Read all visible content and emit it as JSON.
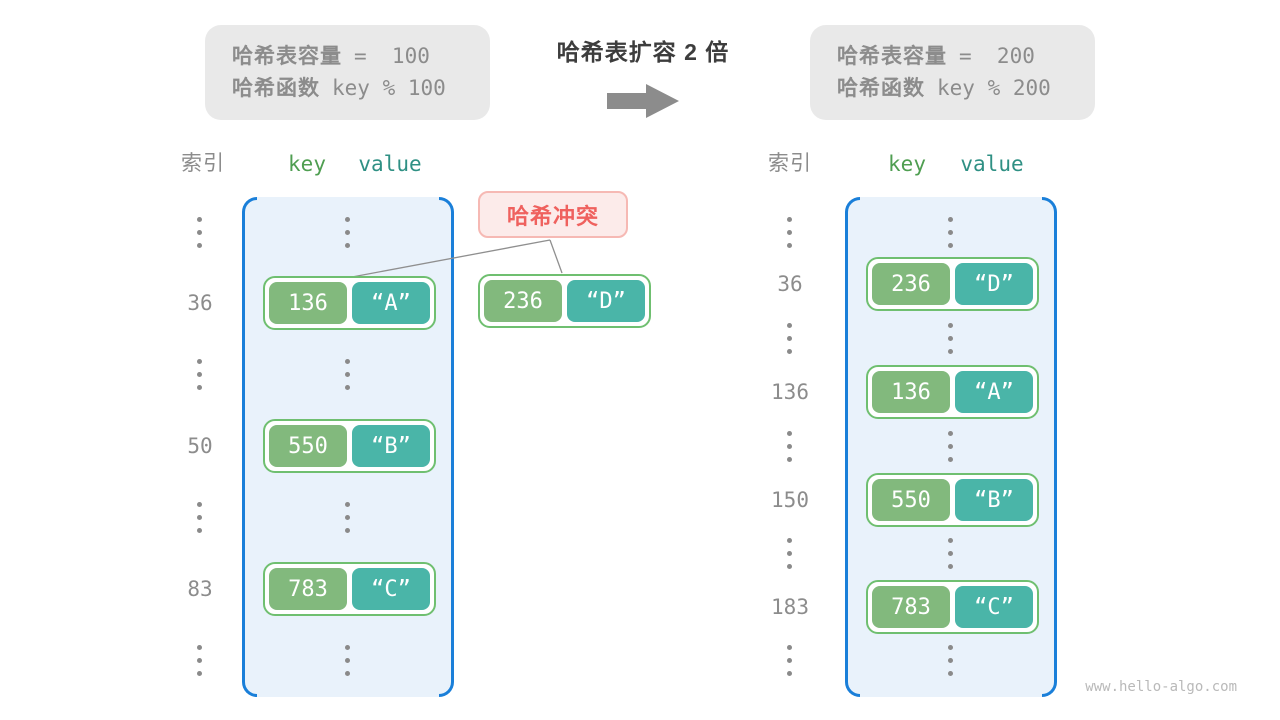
{
  "info_before": {
    "cap_label": "哈希表容量",
    "cap_value": "=  100",
    "fn_label": "哈希函数",
    "fn_value": "key % 100"
  },
  "info_after": {
    "cap_label": "哈希表容量",
    "cap_value": "=  200",
    "fn_label": "哈希函数",
    "fn_value": "key % 200"
  },
  "center": {
    "title": "哈希表扩容 2 倍",
    "arrow_icon": "right-block-arrow"
  },
  "collision": {
    "label": "哈希冲突",
    "pair": {
      "key": "236",
      "value": "“D”"
    }
  },
  "tables": {
    "left": {
      "header": {
        "index": "索引",
        "key": "key",
        "value": "value"
      },
      "rows": [
        {
          "type": "dots"
        },
        {
          "type": "pair",
          "index": "36",
          "key": "136",
          "value": "“A”"
        },
        {
          "type": "dots"
        },
        {
          "type": "pair",
          "index": "50",
          "key": "550",
          "value": "“B”"
        },
        {
          "type": "dots"
        },
        {
          "type": "pair",
          "index": "83",
          "key": "783",
          "value": "“C”"
        },
        {
          "type": "dots"
        }
      ]
    },
    "right": {
      "header": {
        "index": "索引",
        "key": "key",
        "value": "value"
      },
      "rows": [
        {
          "type": "dots"
        },
        {
          "type": "pair",
          "index": "36",
          "key": "236",
          "value": "“D”"
        },
        {
          "type": "dots"
        },
        {
          "type": "pair",
          "index": "136",
          "key": "136",
          "value": "“A”"
        },
        {
          "type": "dots"
        },
        {
          "type": "pair",
          "index": "150",
          "key": "550",
          "value": "“B”"
        },
        {
          "type": "dots"
        },
        {
          "type": "pair",
          "index": "183",
          "key": "783",
          "value": "“C”"
        },
        {
          "type": "dots"
        }
      ]
    }
  },
  "watermark": "www.hello-algo.com",
  "colors": {
    "container_border": "#1a7fd9",
    "container_fill": "#e9f2fb",
    "key_green": "#82b97d",
    "value_teal": "#4ab5a8",
    "pair_border": "#6fbf70",
    "header_key_green": "#4f9e51",
    "header_value_teal": "#2f9084",
    "collision_text": "#ef615e",
    "collision_bg": "#fcebea",
    "collision_border": "#f6b9b4",
    "muted_gray": "#8c8c8c",
    "infobox_bg": "#e9e9e9",
    "connector_gray": "#8f8f8f"
  }
}
